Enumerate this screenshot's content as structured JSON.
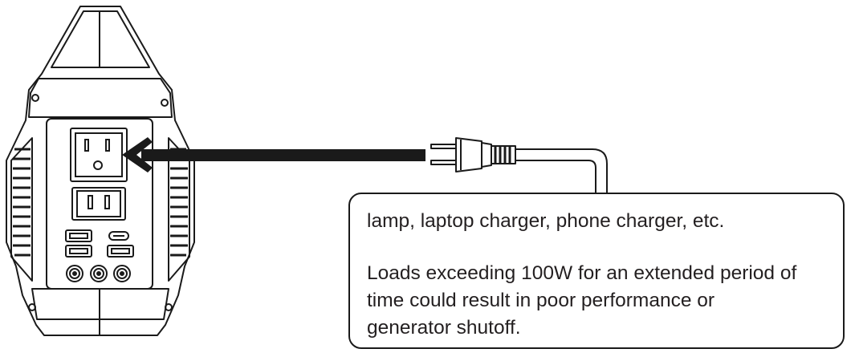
{
  "callout": {
    "line1": "lamp, laptop charger, phone charger, etc.",
    "line2": "Loads exceeding 100W for an extended period of",
    "line3": "time could result in poor performance or",
    "line4": "generator shutoff."
  },
  "colors": {
    "stroke": "#1a1a1a",
    "fill": "#ffffff",
    "text": "#231f20"
  },
  "icons": [
    "generator-icon",
    "ac-outlet-icon",
    "usb-a-port-icon",
    "usb-c-port-icon",
    "dc-port-icon",
    "plug-icon",
    "arrow-icon"
  ]
}
